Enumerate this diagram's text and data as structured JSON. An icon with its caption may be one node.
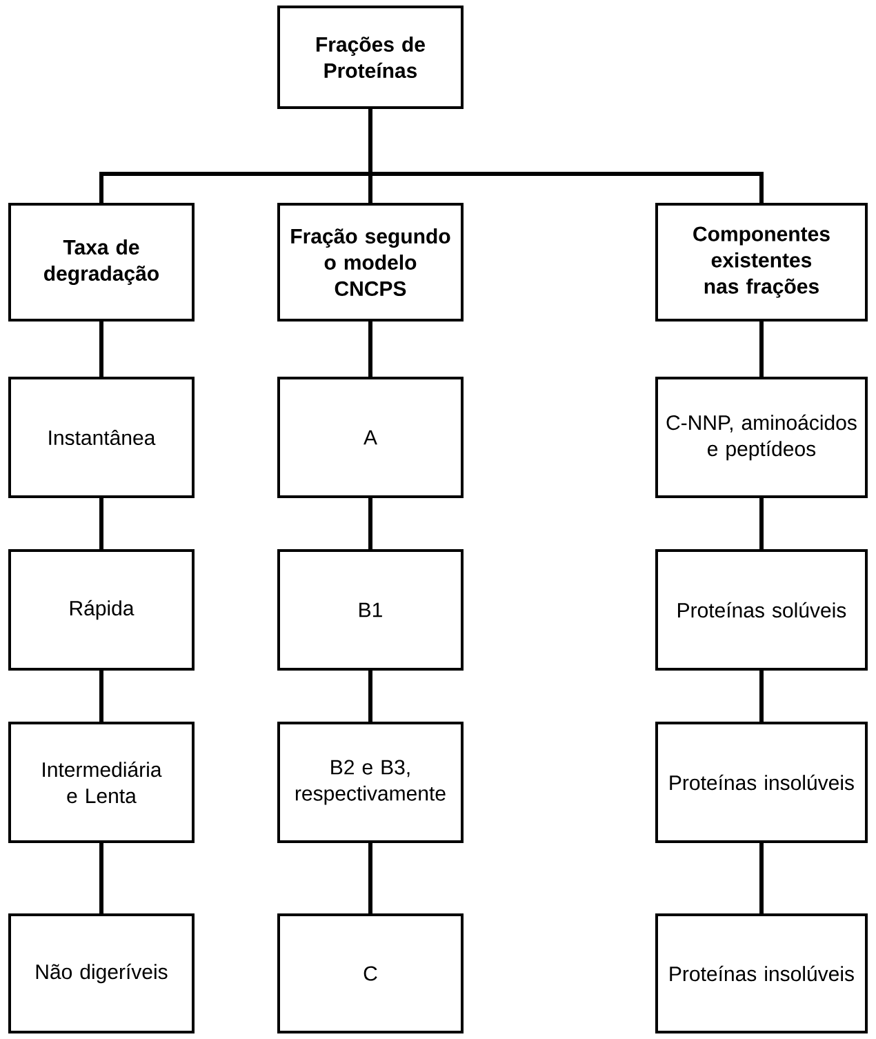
{
  "diagram": {
    "nodes": [
      {
        "text": [
          "Frações de Proteínas"
        ]
      },
      {
        "text": [
          "Taxa de degradação"
        ]
      },
      {
        "text": [
          "Fração segundo o modelo CNCPS"
        ]
      },
      {
        "text": [
          "Componentes existentes nas frações"
        ]
      },
      {
        "text": [
          "Instantânea"
        ]
      },
      {
        "text": [
          "A"
        ]
      },
      {
        "text": [
          "C-NNP, aminoácidos e peptídeos"
        ]
      },
      {
        "text": [
          "Rápida"
        ]
      },
      {
        "text": [
          "B1"
        ]
      },
      {
        "text": [
          "Proteínas solúveis"
        ]
      },
      {
        "text": [
          "Intermediária e Lenta"
        ]
      },
      {
        "text": [
          "B2 e B3, respectivamente"
        ]
      },
      {
        "text": [
          "Proteínas insolúveis"
        ]
      },
      {
        "text": [
          "Não digeríveis"
        ]
      },
      {
        "text": [
          "C"
        ]
      },
      {
        "text": [
          "Proteínas insolúveis"
        ]
      }
    ],
    "edges": [
      {
        "from": 0,
        "to": 1,
        "arrow": "none"
      },
      {
        "from": 0,
        "to": 2,
        "arrow": "none"
      },
      {
        "from": 0,
        "to": 3,
        "arrow": "none"
      },
      {
        "from": 1,
        "to": 4,
        "arrow": "none"
      },
      {
        "from": 4,
        "to": 7,
        "arrow": "none"
      },
      {
        "from": 7,
        "to": 10,
        "arrow": "none"
      },
      {
        "from": 10,
        "to": 13,
        "arrow": "none"
      },
      {
        "from": 2,
        "to": 5,
        "arrow": "none"
      },
      {
        "from": 5,
        "to": 8,
        "arrow": "none"
      },
      {
        "from": 8,
        "to": 11,
        "arrow": "none"
      },
      {
        "from": 11,
        "to": 14,
        "arrow": "none"
      },
      {
        "from": 3,
        "to": 6,
        "arrow": "none"
      },
      {
        "from": 6,
        "to": 9,
        "arrow": "none"
      },
      {
        "from": 9,
        "to": 12,
        "arrow": "none"
      },
      {
        "from": 12,
        "to": 15,
        "arrow": "none"
      }
    ]
  }
}
